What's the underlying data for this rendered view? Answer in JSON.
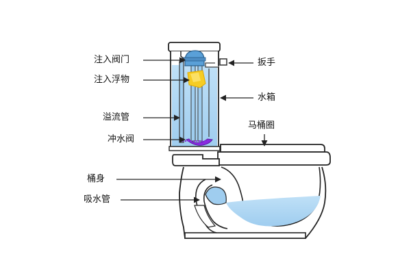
{
  "labels": {
    "fill_valve": "注入阀门",
    "float": "注入浮物",
    "overflow_tube": "溢流管",
    "flush_valve": "冲水阀",
    "bowl": "桶身",
    "siphon_tube": "吸水管",
    "handle": "扳手",
    "tank": "水箱",
    "seat": "马桶圈"
  },
  "colors": {
    "outline": "#222222",
    "water": "#a9d4f1",
    "fill_valve_blue": "#5aa0d8",
    "float_yellow": "#f6cc23",
    "flush_valve_purple": "#8a2be2",
    "arrow": "#222222"
  }
}
